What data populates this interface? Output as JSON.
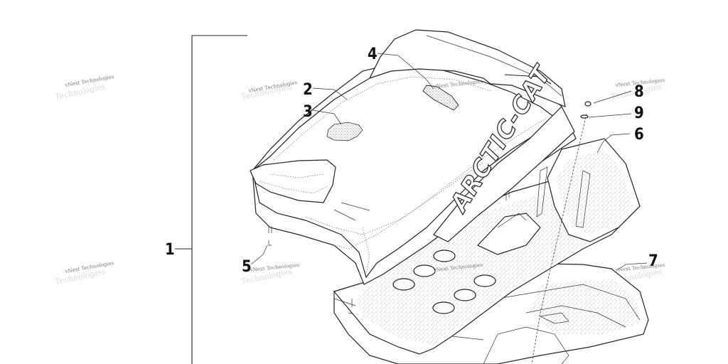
{
  "diagram": {
    "callouts": [
      {
        "id": "1",
        "label": "1"
      },
      {
        "id": "2",
        "label": "2"
      },
      {
        "id": "3",
        "label": "3"
      },
      {
        "id": "4",
        "label": "4"
      },
      {
        "id": "5",
        "label": "5"
      },
      {
        "id": "6",
        "label": "6"
      },
      {
        "id": "7",
        "label": "7"
      },
      {
        "id": "8",
        "label": "8"
      },
      {
        "id": "9",
        "label": "9"
      }
    ],
    "brand_text": "ARCTIC-CAT",
    "watermark": "vNext Technologies"
  }
}
